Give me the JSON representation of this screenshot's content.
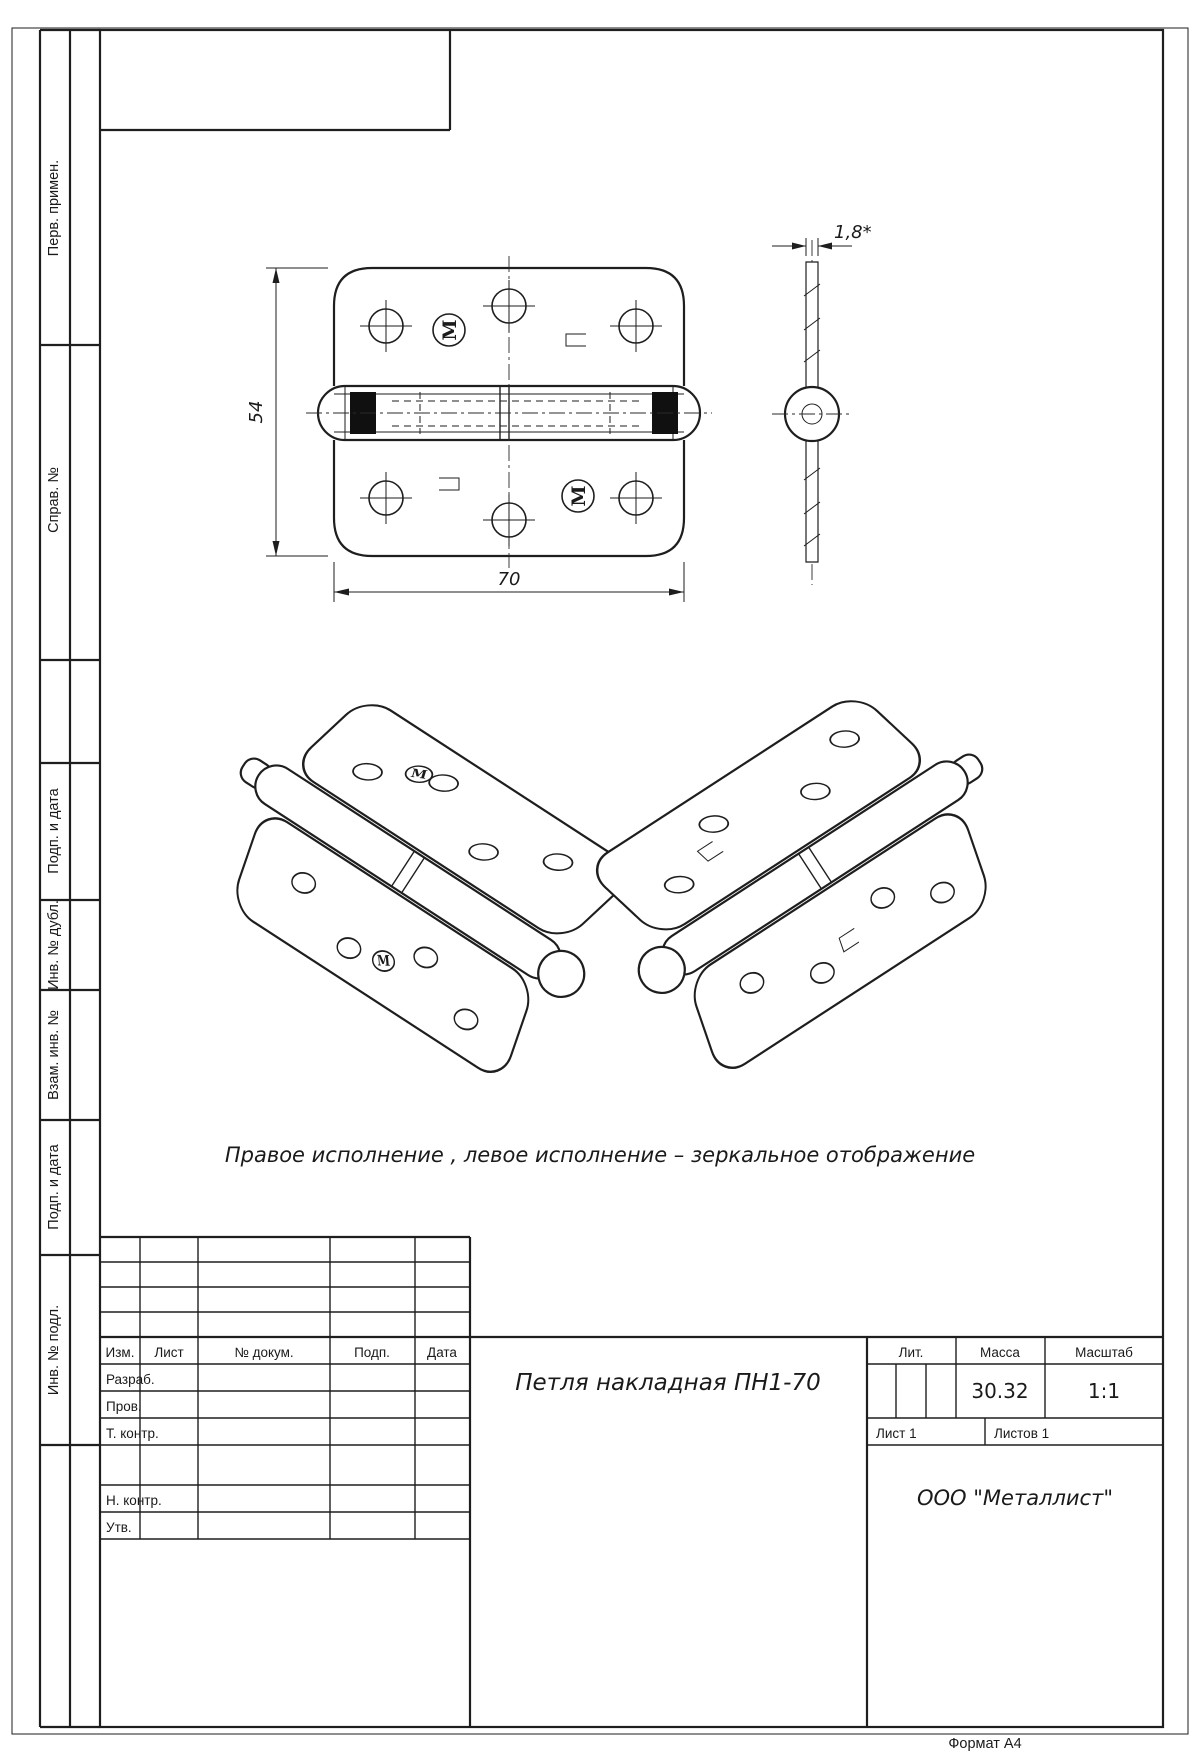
{
  "sheet": {
    "format": "Формат А4"
  },
  "margin": {
    "perv": "Перв. примен.",
    "sprav": "Справ. №",
    "podp1": "Подп. и дата",
    "invdubl": "Инв. № дубл.",
    "vzaminv": "Взам. инв. №",
    "podp2": "Подп. и дата",
    "invpodl": "Инв. № подл."
  },
  "dims": {
    "height": "54",
    "width": "70",
    "thickness": "1,8*"
  },
  "note": "Правое исполнение , левое исполнение – зеркальное отображение",
  "logo": "M",
  "tb": {
    "izm": "Изм.",
    "list": "Лист",
    "dokum": "№ докум.",
    "podp": "Подп.",
    "data": "Дата",
    "razrab": "Разраб.",
    "prov": "Пров.",
    "tkontr": "Т. контр.",
    "nkontr": "Н. контр.",
    "utv": "Утв.",
    "title": "Петля накладная ПН1-70",
    "lit": "Лит.",
    "massa": "Масса",
    "scale": "Масштаб",
    "massa_val": "30.32",
    "scale_val": "1:1",
    "list_val": "Лист 1",
    "listov_val": "Листов 1",
    "company": "ООО \"Металлист\""
  }
}
